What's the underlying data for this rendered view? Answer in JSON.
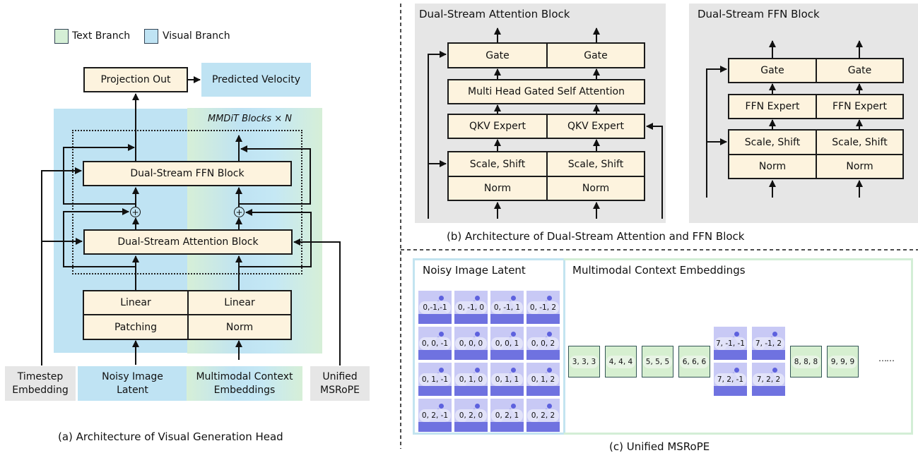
{
  "legend": {
    "text_branch": {
      "label": "Text Branch",
      "color": "#d5efd6"
    },
    "visual_branch": {
      "label": "Visual Branch",
      "color": "#bfe3f3"
    }
  },
  "panel_a": {
    "caption": "(a) Architecture of Visual Generation Head",
    "projection_out": "Projection Out",
    "predicted_velocity": "Predicted Velocity",
    "mmdit_label": "MMDiT Blocks × N",
    "ffn_block": "Dual-Stream FFN Block",
    "attn_block": "Dual-Stream Attention Block",
    "plus_symbol": "+",
    "left_stack": [
      "Linear",
      "Patching"
    ],
    "right_stack": [
      "Linear",
      "Norm"
    ],
    "inputs": {
      "timestep": "Timestep Embedding",
      "noisy": "Noisy Image Latent",
      "multimodal": "Multimodal Context Embeddings",
      "msrope": "Unified MSRoPE"
    }
  },
  "panel_b": {
    "caption": "(b) Architecture of Dual-Stream Attention and FFN Block",
    "attention": {
      "title": "Dual-Stream Attention Block",
      "gate": [
        "Gate",
        "Gate"
      ],
      "mhsa": "Multi Head Gated Self Attention",
      "qkv": [
        "QKV Expert",
        "QKV Expert"
      ],
      "scale": [
        "Scale, Shift",
        "Scale, Shift"
      ],
      "norm": [
        "Norm",
        "Norm"
      ]
    },
    "ffn": {
      "title": "Dual-Stream FFN Block",
      "gate": [
        "Gate",
        "Gate"
      ],
      "expert": [
        "FFN Expert",
        "FFN Expert"
      ],
      "scale": [
        "Scale, Shift",
        "Scale, Shift"
      ],
      "norm": [
        "Norm",
        "Norm"
      ]
    }
  },
  "panel_c": {
    "caption": "(c) Unified MSRoPE",
    "noisy_title": "Noisy Image Latent",
    "context_title": "Multimodal Context Embeddings",
    "grid": [
      [
        "0,-1,-1",
        "0, -1, 0",
        "0, -1, 1",
        "0, -1, 2"
      ],
      [
        "0, 0, -1",
        "0, 0, 0",
        "0, 0, 1",
        "0, 0, 2"
      ],
      [
        "0, 1, -1",
        "0, 1, 0",
        "0, 1, 1",
        "0, 1, 2"
      ],
      [
        "0, 2, -1",
        "0, 2, 0",
        "0, 2, 1",
        "0, 2, 2"
      ]
    ],
    "text_tokens_before": [
      "3, 3, 3",
      "4, 4, 4",
      "5, 5, 5",
      "6, 6, 6"
    ],
    "image_tokens": [
      "7, -1, -1",
      "7, -1, 2",
      "7, 2, -1",
      "7, 2, 2"
    ],
    "text_tokens_after": [
      "8, 8, 8",
      "9, 9, 9"
    ],
    "ellipsis": "……"
  }
}
